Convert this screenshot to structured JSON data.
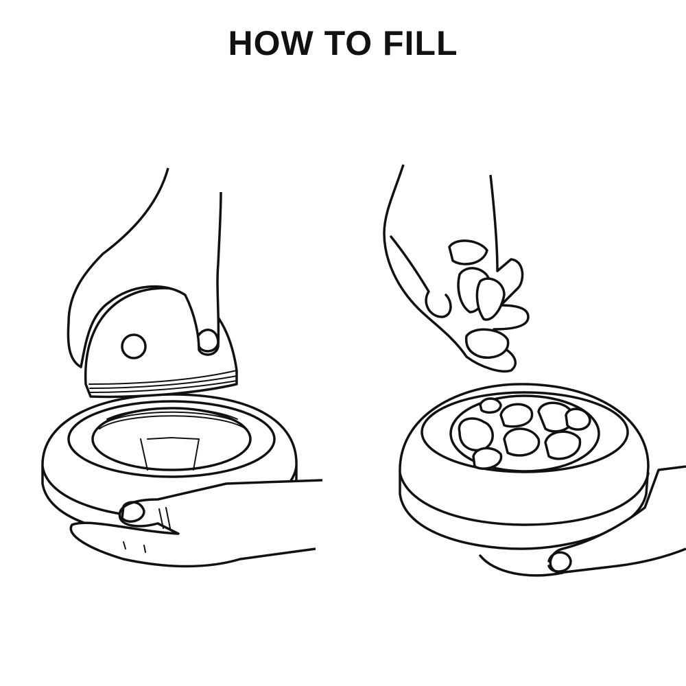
{
  "title": "HOW TO FILL",
  "steps": [
    {
      "name": "open-lid"
    },
    {
      "name": "add-food"
    }
  ]
}
